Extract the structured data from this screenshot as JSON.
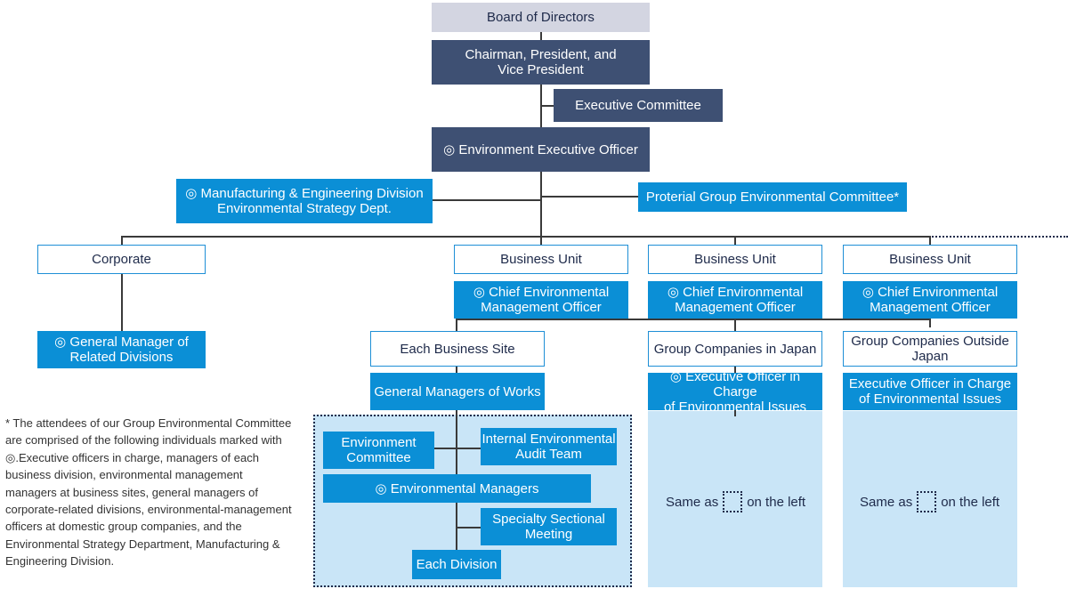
{
  "colors": {
    "top_box": "#d3d5e1",
    "navy_box": "#3e5073",
    "blue_box": "#0b8fd6",
    "outline": "#1e8fd6",
    "pale_fill": "#c9e5f7",
    "line": "#3a3a3a"
  },
  "nodes": {
    "board": "Board of Directors",
    "chairman": "Chairman, President, and\nVice President",
    "executive_committee": "Executive Committee",
    "env_exec_officer": "◎ Environment Executive Officer",
    "mfg_division": "◎ Manufacturing & Engineering Division\nEnvironmental Strategy Dept.",
    "group_env_committee": "Proterial Group Environmental Committee*",
    "corporate": "Corporate",
    "gm_related": "◎ General Manager of\nRelated Divisions",
    "business_units": [
      {
        "title": "Business Unit",
        "officer": "◎ Chief Environmental\nManagement Officer"
      },
      {
        "title": "Business Unit",
        "officer": "◎ Chief Environmental\nManagement Officer"
      },
      {
        "title": "Business Unit",
        "officer": "◎ Chief Environmental\nManagement Officer"
      }
    ],
    "each_business_site": "Each Business Site",
    "gm_works": "General Managers of Works",
    "env_committee": "Environment\nCommittee",
    "internal_audit": "Internal Environmental\nAudit Team",
    "env_managers": "◎ Environmental Managers",
    "specialty_meeting": "Specialty Sectional\nMeeting",
    "each_division": "Each Division",
    "group_japan": "Group Companies in Japan",
    "group_japan_officer": "◎ Executive Officer in Charge\nof Environmental Issues",
    "group_outside": "Group Companies Outside\nJapan",
    "group_outside_officer": "Executive Officer in Charge\nof Environmental Issues"
  },
  "same_as": {
    "before": "Same as",
    "after": "on the left"
  },
  "footnote": "* The attendees of our Group Environmental Committee are comprised of the following individuals marked with ◎.Executive officers in charge, managers of each business division, environmental management managers at business sites, general managers of corporate-related divisions, environmental-management officers at domestic group companies, and the Environmental Strategy Department, Manufacturing & Engineering Division."
}
